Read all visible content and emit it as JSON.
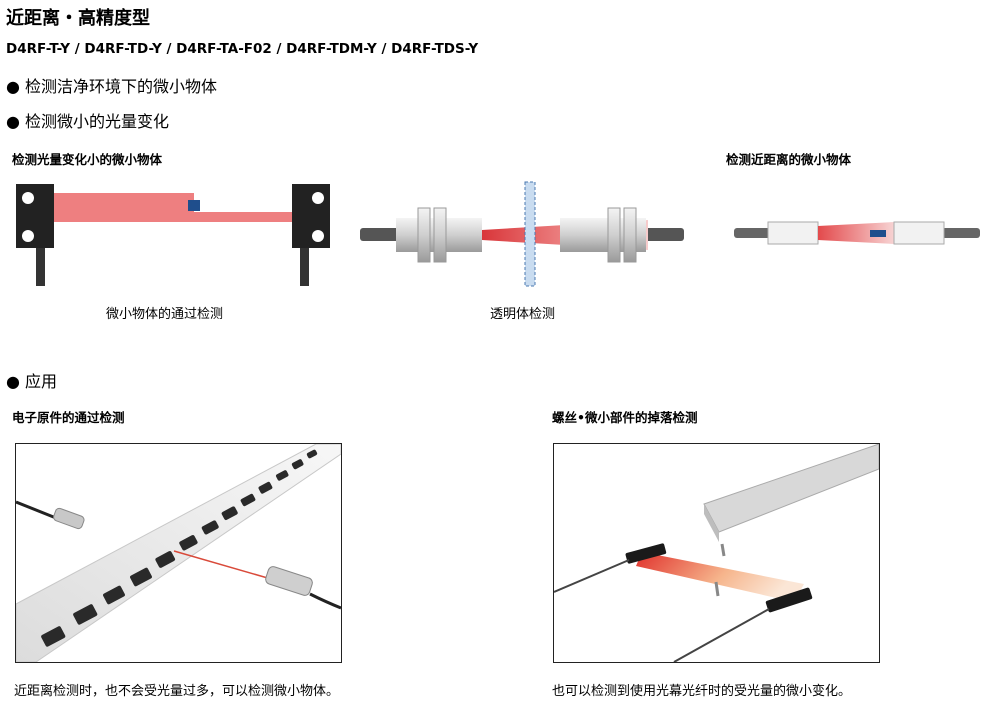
{
  "header": {
    "title": "近距离・高精度型",
    "models": "D4RF-T-Y / D4RF-TD-Y / D4RF-TA-F02 / D4RF-TDM-Y / D4RF-TDS-Y"
  },
  "features": [
    "● 检测洁净环境下的微小物体",
    "● 检测微小的光量变化"
  ],
  "diagrams": {
    "small_change_heading": "检测光量变化小的微小物体",
    "close_range_heading": "检测近距离的微小物体",
    "caption_small_object": "微小物体的通过检测",
    "caption_transparent": "透明体检测"
  },
  "applications": {
    "heading": "● 应用",
    "left": {
      "title": "电子原件的通过检测",
      "caption": "近距离检测时，也不会受光量过多，可以检测微小物体。"
    },
    "right": {
      "title": "螺丝•微小部件的掉落检测",
      "caption": "也可以检测到使用光幕光纤时的受光量的微小变化。"
    }
  },
  "colors": {
    "beam": "#ee7f80",
    "object": "#1f4e8c",
    "housing": "#222222"
  }
}
